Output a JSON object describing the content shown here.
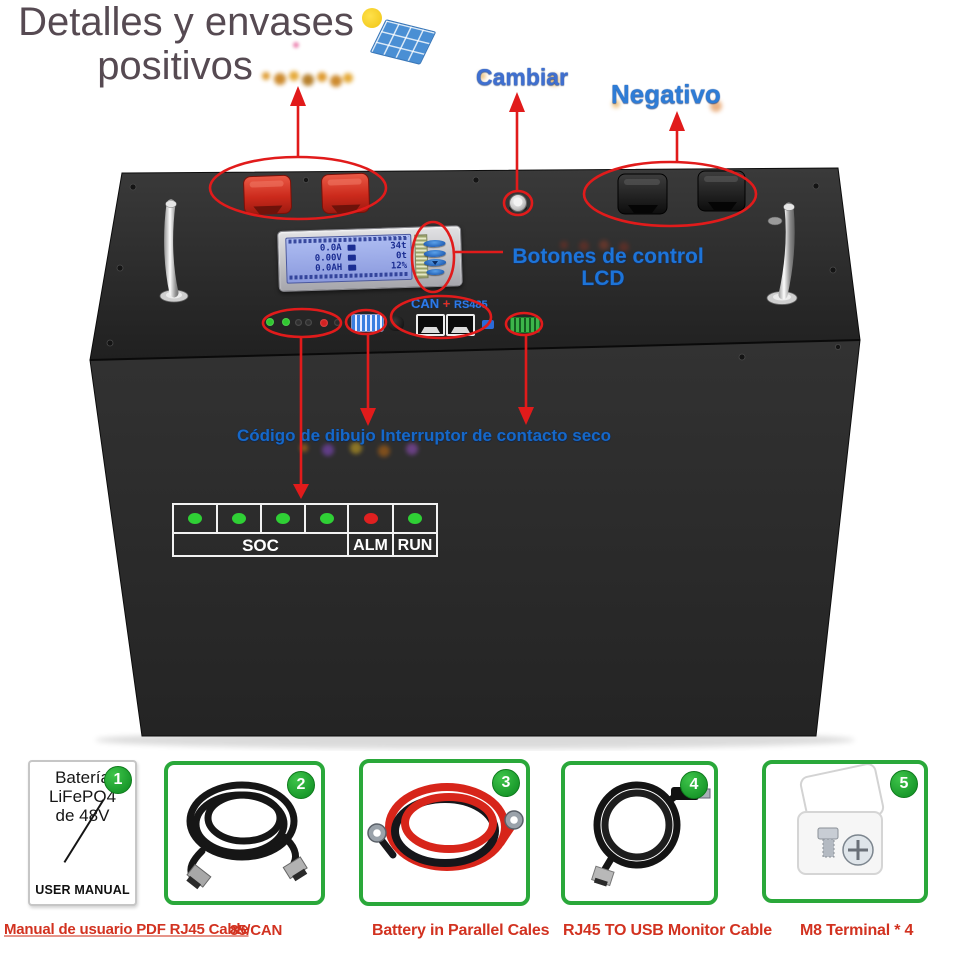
{
  "title": {
    "line1": "Detalles y envases",
    "line2": "positivos"
  },
  "callouts": {
    "cambiar": "Cambiar",
    "negativo": "Negativo",
    "lcd_buttons_1": "Botones de control",
    "lcd_buttons_2": "LCD",
    "codigo_interruptor": "Código de dibujo Interruptor de contacto seco",
    "can": "CAN",
    "plus": "+",
    "rs485": "RS485"
  },
  "lcd": {
    "rows": [
      {
        "value": "0.0A",
        "aux": "34t"
      },
      {
        "value": "0.00V",
        "aux": "0t"
      },
      {
        "value": "0.0AH",
        "aux": "12%"
      }
    ]
  },
  "status_panel": {
    "soc_label": "SOC",
    "alm_label": "ALM",
    "run_label": "RUN",
    "soc_leds": [
      "#2fd035",
      "#2fd035",
      "#2fd035",
      "#2fd035"
    ],
    "alm_led": "#e02020",
    "run_led": "#2fd035"
  },
  "port_leds": [
    "#2fc72f",
    "#2fc72f",
    "#303030",
    "#303030",
    "#d42222",
    "#2a2a2a"
  ],
  "products": [
    {
      "number": "1",
      "card_lines": [
        "Batería",
        "LiFePO4",
        "de 48V"
      ],
      "card_footer": "USER MANUAL"
    },
    {
      "number": "2"
    },
    {
      "number": "3"
    },
    {
      "number": "4"
    },
    {
      "number": "5"
    }
  ],
  "captions": [
    "Manual de usuario PDF RJ45 Cable",
    "85/CAN",
    "Battery in Parallel Cales",
    "RJ45 TO USB Monitor Cable",
    "M8 Terminal * 4"
  ],
  "icons": [
    "sun-icon",
    "solar-panel-icon",
    "positive-terminal-icon",
    "negative-terminal-icon",
    "handle-icon",
    "lcd-screen",
    "lcd-control-button",
    "led-indicator",
    "battery-gauge-icon",
    "rj45-port-icon",
    "dry-contact-icon",
    "round-button-icon",
    "product-badge",
    "user-manual-icon",
    "rj45-cable-icon",
    "parallel-cables-icon",
    "usb-monitor-cable-icon",
    "m8-terminal-icon"
  ],
  "colors": {
    "annotation_red": "#e11b1b",
    "label_blue": "#2e7cd6",
    "caption_red": "#d23220",
    "badge_green": "#21a32e",
    "battery_body": "#2a2a2a"
  }
}
